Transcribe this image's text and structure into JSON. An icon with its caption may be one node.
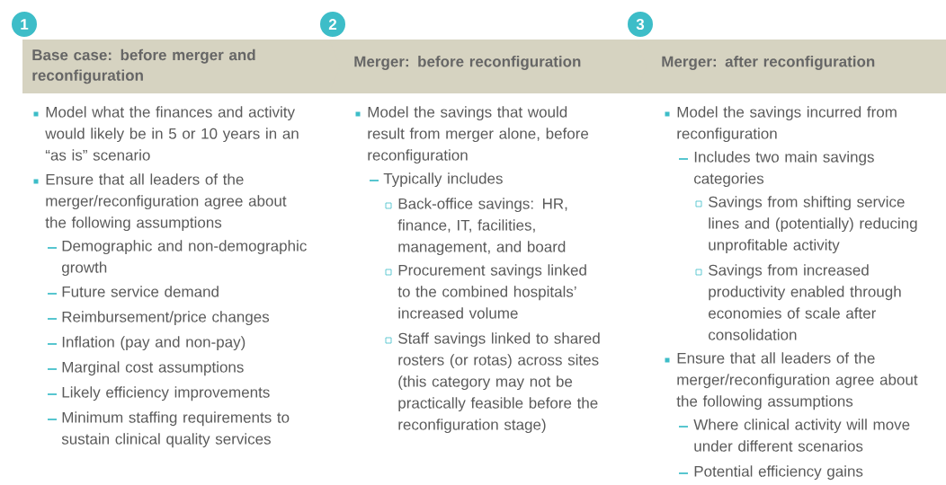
{
  "diagram": {
    "nodes": [
      {
        "text": [
          "1"
        ]
      },
      {
        "text": [
          "Base case: before merger and reconfiguration"
        ]
      },
      {
        "text": [
          "2"
        ]
      },
      {
        "text": [
          "Merger: before reconfiguration"
        ]
      },
      {
        "text": [
          "3"
        ]
      },
      {
        "text": [
          "Merger: after reconfiguration"
        ]
      }
    ],
    "labels": [
      "Model what the finances and activity would likely be in 5 or 10 years in an “as is” scenario",
      "Ensure that all leaders of the merger/reconfiguration agree about the following assumptions",
      "Demographic and non-demographic growth",
      "Future service demand",
      "Reimbursement/price changes",
      "Inflation (pay and non-pay)",
      "Marginal cost assumptions",
      "Likely efficiency improvements",
      "Minimum staffing requirements to sustain clinical quality services",
      "Model the savings that would result from merger alone, before reconfiguration",
      "Typically includes",
      "Back-office savings: HR, finance, IT, facilities, management, and board",
      "Procurement savings linked to the combined hospitals’ increased volume",
      "Staff savings linked to shared rosters (or rotas) across sites (this category may not be practically feasible before the reconfiguration stage)",
      "Model the savings incurred from reconfiguration",
      "Includes two main savings categories",
      "Savings from shifting service lines and (potentially) reducing unprofitable activity",
      "Savings from increased productivity enabled through economies of scale after consolidation",
      "Ensure that all leaders of the merger/reconfiguration agree about the following assumptions",
      "Where clinical activity will move under different scenarios",
      "Potential efficiency gains"
    ]
  }
}
